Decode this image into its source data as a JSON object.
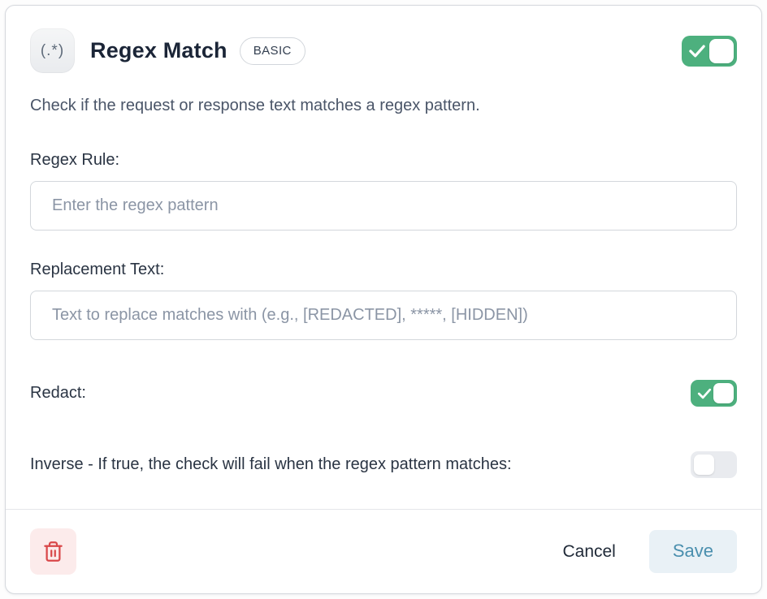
{
  "header": {
    "icon_text": "(.*)",
    "title": "Regex Match",
    "badge_label": "BASIC",
    "enabled": true
  },
  "description": "Check if the request or response text matches a regex pattern.",
  "fields": {
    "regex_rule": {
      "label": "Regex Rule:",
      "placeholder": "Enter the regex pattern",
      "value": ""
    },
    "replacement_text": {
      "label": "Replacement Text:",
      "placeholder": "Text to replace matches with (e.g., [REDACTED], *****, [HIDDEN])",
      "value": ""
    },
    "redact": {
      "label": "Redact:",
      "enabled": true
    },
    "inverse": {
      "label": "Inverse - If true, the check will fail when the regex pattern matches:",
      "enabled": false
    }
  },
  "footer": {
    "cancel_label": "Cancel",
    "save_label": "Save"
  },
  "icons": {
    "header_icon": "regex-icon",
    "toggle_check": "check-icon",
    "delete": "trash-icon"
  },
  "colors": {
    "toggle_on": "#4db07e",
    "toggle_off": "#e9ebef",
    "save_bg": "#e9f1f6",
    "save_text": "#4a8fae",
    "delete_bg": "#fcebeb",
    "delete_icon": "#d9484a",
    "title_text": "#1b2537",
    "body_text": "#4a5568",
    "card_border": "#d5d8dd"
  }
}
